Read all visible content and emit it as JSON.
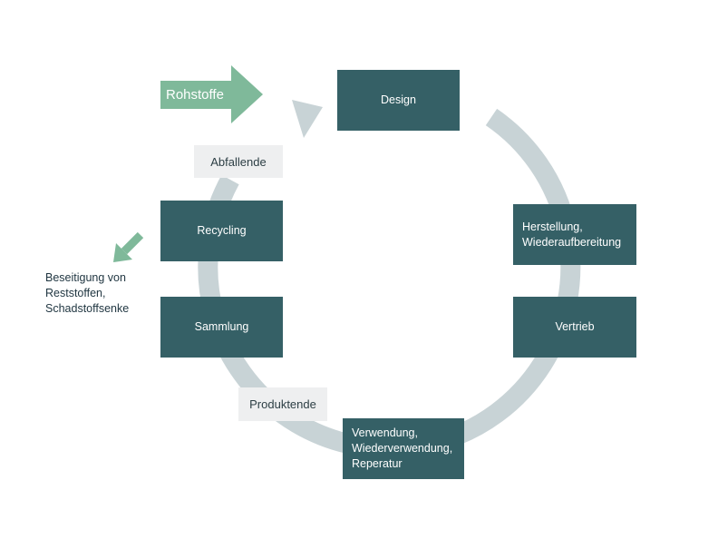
{
  "nodes": {
    "design": "Design",
    "herstellung": "Herstellung,\nWiederaufbereitung",
    "vertrieb": "Vertrieb",
    "verwendung": "Verwendung,\nWiederverwendung,\nReperatur",
    "sammlung": "Sammlung",
    "recycling": "Recycling"
  },
  "tags": {
    "produktende": "Produktende",
    "abfallende": "Abfallende"
  },
  "input": "Rohstoffe",
  "output_note": "Beseitigung von\nReststoffen,\nSchadstoffsenke",
  "colors": {
    "node": "#356066",
    "ring": "#c8d3d6",
    "arrow_green": "#7fb99a",
    "tag_bg": "#eeeff0"
  }
}
